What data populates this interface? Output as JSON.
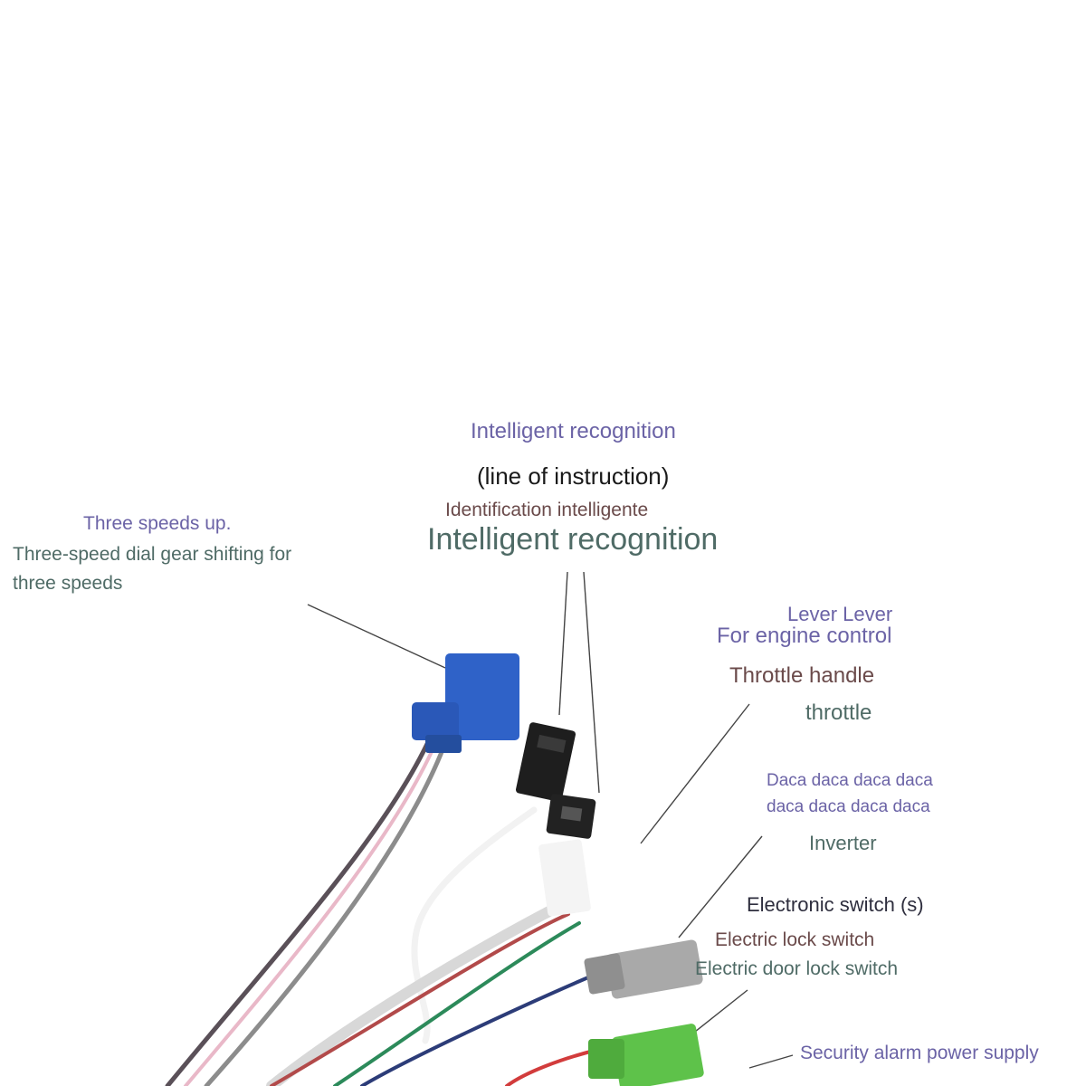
{
  "labels": {
    "intelligent_recognition": "Intelligent recognition",
    "line_of_instruction": "(line of instruction)",
    "identification_intelligente": "Identification intelligente",
    "intelligent_recognition_large": "Intelligent recognition",
    "three_speeds_up": "Three speeds up.",
    "three_speed_dial_line1": "Three-speed dial gear shifting for",
    "three_speed_dial_line2": "three speeds",
    "lever_lever": "Lever Lever",
    "for_engine_control": "For engine control",
    "throttle_handle": "Throttle handle",
    "throttle": "throttle",
    "daca_line1": "Daca daca daca daca",
    "daca_line2": "daca daca daca daca",
    "inverter": "Inverter",
    "electronic_switch": "Electronic switch (s)",
    "electric_lock_switch": "Electric lock switch",
    "electric_door_lock_switch": "Electric door lock switch",
    "security_alarm_power_supply": "Security alarm power supply"
  },
  "colors": {
    "label_purple": "#6b63a6",
    "label_teal": "#4f6b66",
    "label_brown": "#6a4a4a",
    "connector_blue": "#2f62c8",
    "connector_black": "#1e1e1e",
    "connector_gray": "#a9a9a9",
    "connector_green": "#5ec24a"
  }
}
